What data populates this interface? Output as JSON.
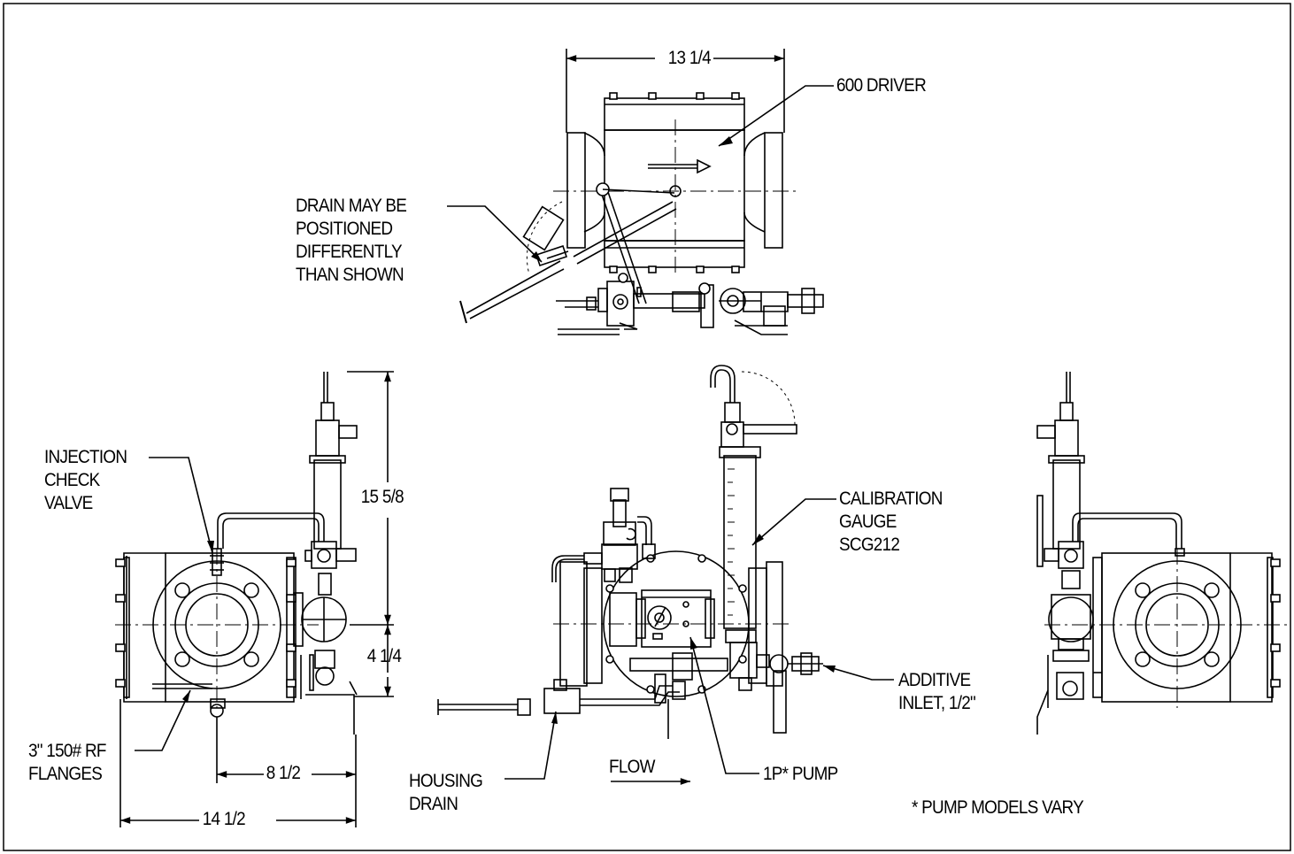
{
  "dimensions": {
    "top_width": "13 1/4",
    "side_height": "15 5/8",
    "bottom_offset": "4 1/4",
    "half_width": "8 1/2",
    "overall_width": "14 1/2"
  },
  "callouts": {
    "driver": "600 DRIVER",
    "drain_note": [
      "DRAIN MAY BE",
      "POSITIONED",
      "DIFFERENTLY",
      "THAN SHOWN"
    ],
    "check_valve": [
      "INJECTION",
      "CHECK",
      "VALVE"
    ],
    "flanges": [
      "3\" 150# RF",
      "FLANGES"
    ],
    "calibration": [
      "CALIBRATION",
      "GAUGE",
      "SCG212"
    ],
    "additive_inlet": [
      "ADDITIVE",
      "INLET, 1/2\""
    ],
    "housing_drain": [
      "HOUSING",
      "DRAIN"
    ],
    "pump": "1P* PUMP",
    "flow": "FLOW",
    "footnote": "* PUMP MODELS VARY"
  }
}
